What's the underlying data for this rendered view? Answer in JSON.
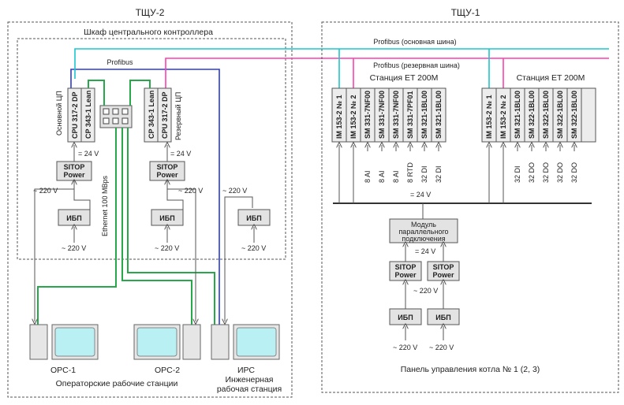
{
  "left_section": {
    "title": "ТЩУ-2",
    "cabinet_title": "Шкаф центрального контроллера",
    "profibus_label": "Profibus",
    "cpu_primary_label": "Основной ЦП",
    "cpu_reserve_label": "Резервный ЦП",
    "modules_left": [
      "CPU 317-2 DP",
      "CP 343-1 Lean"
    ],
    "modules_right": [
      "CP 343-1 Lean",
      "CPU 317-2 DP"
    ],
    "ethernet_label": "Ethernet 100 MBps",
    "sitop": [
      "SITOP",
      "Power"
    ],
    "ups_label": "ИБП",
    "v24": "= 24 V",
    "v220": "~ 220 V",
    "opc1": "OPC-1",
    "opc2": "OPC-2",
    "irs": "ИРС",
    "engineering_station": [
      "Инженерная",
      "рабочая станция"
    ],
    "operator_stations": "Операторские рабочие станции"
  },
  "right_section": {
    "title": "ТЩУ-1",
    "profibus_main": "Profibus (основная шина)",
    "profibus_reserve": "Profibus (резервная шина)",
    "station1_title": "Станция ET 200M",
    "station2_title": "Станция ET 200M",
    "station1_modules": [
      "IM 153-2 № 1",
      "IM 153-2 № 2",
      "SM 331-7NF00",
      "SM 331-7NF00",
      "SM 331-7NF00",
      "SM 331-7PF01",
      "SM 321-1BL00",
      "SM 321-1BL00"
    ],
    "station1_io": [
      "8 AI",
      "8 AI",
      "8 AI",
      "8 RTD",
      "32 DI",
      "32 DI"
    ],
    "station2_modules": [
      "IM 153-2 № 1",
      "IM 153-2 № 2",
      "SM 321-1BL00",
      "SM 322-1BL00",
      "SM 322-1BL00",
      "SM 322-1BL00",
      "SM 322-1BL00"
    ],
    "station2_io": [
      "32 DI",
      "32 DO",
      "32 DO",
      "32 DO",
      "32 DO"
    ],
    "v24": "= 24 V",
    "parallel_module": [
      "Модуль",
      "параллельного",
      "подключения"
    ],
    "sitop": [
      "SITOP",
      "Power"
    ],
    "ups_label": "ИБП",
    "v220": "~ 220 V",
    "panel_caption": "Панель управления котла № 1 (2, 3)"
  },
  "colors": {
    "profibus_main": "#19c7cf",
    "profibus_reserve": "#ff3fb0",
    "profibus_local": "#2b3bd6",
    "ethernet": "#27a84a"
  }
}
